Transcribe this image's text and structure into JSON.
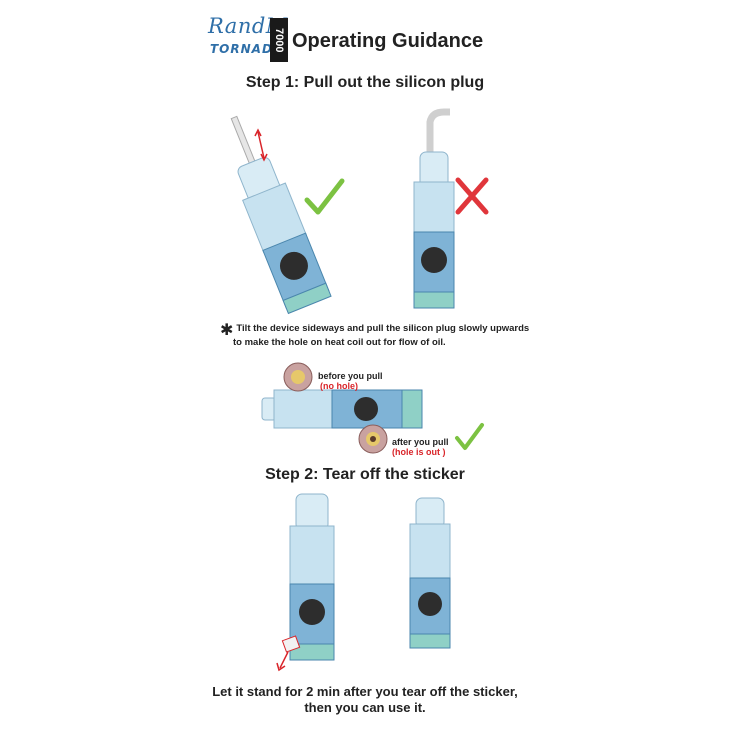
{
  "brand": {
    "line1": "RandM",
    "line2": "TORNADO",
    "model": "7000"
  },
  "title": "Operating Guidance",
  "step1": {
    "heading": "Step 1: Pull out the silicon plug",
    "note_line1": "Tilt the device sideways and pull the silicon plug slowly upwards",
    "note_line2": "to make the hole on heat coil out for flow of oil."
  },
  "callouts": {
    "before": "before you pull",
    "before_sub": "(no hole)",
    "after": "after you pull",
    "after_sub": "(hole is out )"
  },
  "step2": {
    "heading": "Step 2: Tear off the sticker"
  },
  "footer": {
    "line1": "Let it stand for 2 min after you tear off the sticker,",
    "line2": "then you can use it."
  },
  "colors": {
    "check": "#7cc242",
    "cross": "#e0363b",
    "arrow": "#d9252a",
    "brand": "#2f6fa8",
    "body": "#7fb3d6"
  }
}
